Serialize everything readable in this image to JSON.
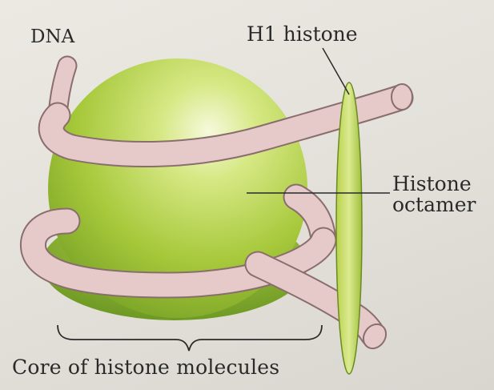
{
  "labels": {
    "dna": "DNA",
    "h1_histone": "H1 histone",
    "histone_octamer_line1": "Histone",
    "histone_octamer_line2": "octamer",
    "core": "Core of histone molecules"
  },
  "colors": {
    "background": "#e4e1db",
    "histone_green": "#a8c83a",
    "histone_highlight": "#f3f7d2",
    "histone_shadow": "#6f9a22",
    "dna_fill": "#e6c9c9",
    "dna_outline": "#8a6d6d",
    "text": "#2a2a2a"
  }
}
